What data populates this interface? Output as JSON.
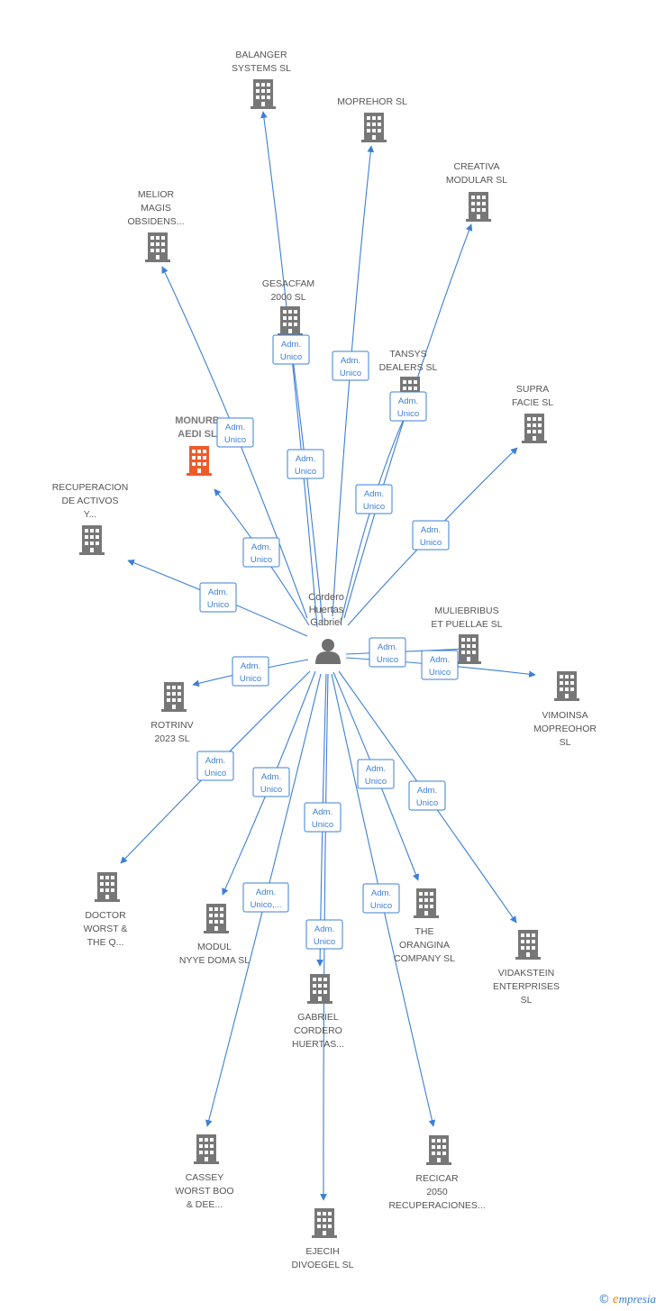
{
  "center": {
    "label_lines": [
      "Cordero",
      "Huertas",
      "Gabriel"
    ],
    "icon": "person-icon"
  },
  "role_label_lines": [
    "Adm.",
    "Unico"
  ],
  "colors": {
    "edge": "#3d7fd6",
    "building": "#777777",
    "building_focus": "#f05a28",
    "text": "#555555"
  },
  "nodes": [
    {
      "id": "balanger",
      "label_lines": [
        "BALANGER",
        "SYSTEMS  SL"
      ],
      "role": [
        "Adm.",
        "Unico"
      ]
    },
    {
      "id": "moprehor",
      "label_lines": [
        "MOPREHOR  SL"
      ],
      "role": [
        "Adm.",
        "Unico"
      ]
    },
    {
      "id": "creativa",
      "label_lines": [
        "CREATIVA",
        "MODULAR  SL"
      ],
      "role": [
        "Adm.",
        "Unico"
      ]
    },
    {
      "id": "melior",
      "label_lines": [
        "MELIOR",
        "MAGIS",
        "OBSIDENS..."
      ],
      "role": [
        "Adm.",
        "Unico"
      ]
    },
    {
      "id": "gesacfam",
      "label_lines": [
        "GESACFAM",
        "2000 SL"
      ],
      "role": [
        "Adm.",
        "Unico"
      ]
    },
    {
      "id": "tansys",
      "label_lines": [
        "TANSYS",
        "DEALERS  SL"
      ],
      "role": [
        "Adm.",
        "Unico"
      ]
    },
    {
      "id": "supra",
      "label_lines": [
        "SUPRA",
        "FACIE  SL"
      ],
      "role": [
        "Adm.",
        "Unico"
      ]
    },
    {
      "id": "monurb",
      "label_lines": [
        "MONURB",
        "AEDI  SL"
      ],
      "role": [
        "Adm.",
        "Unico"
      ],
      "focus": true
    },
    {
      "id": "recuperacion",
      "label_lines": [
        "RECUPERACION",
        "DE ACTIVOS",
        "Y..."
      ],
      "role": [
        "Adm.",
        "Unico"
      ]
    },
    {
      "id": "muliebribus",
      "label_lines": [
        "MULIEBRIBUS",
        "ET PUELLAE SL"
      ],
      "role": [
        "Adm.",
        "Unico"
      ]
    },
    {
      "id": "vimoinsa",
      "label_lines": [
        "VIMOINSA",
        "MOPREOHOR",
        "SL"
      ],
      "role": [
        "Adm.",
        "Unico"
      ]
    },
    {
      "id": "rotrinv",
      "label_lines": [
        "ROTRINV",
        "2023  SL"
      ],
      "role": [
        "Adm.",
        "Unico"
      ]
    },
    {
      "id": "doctor",
      "label_lines": [
        "DOCTOR",
        "WORST &",
        "THE Q..."
      ],
      "role": [
        "Adm.",
        "Unico"
      ]
    },
    {
      "id": "modul",
      "label_lines": [
        "MODUL",
        "NYYE DOMA  SL"
      ],
      "role": [
        "Adm.",
        "Unico"
      ]
    },
    {
      "id": "gabriel",
      "label_lines": [
        "GABRIEL",
        "CORDERO",
        "HUERTAS..."
      ],
      "role": [
        "Adm.",
        "Unico"
      ]
    },
    {
      "id": "orangina",
      "label_lines": [
        "THE",
        "ORANGINA",
        "COMPANY  SL"
      ],
      "role": [
        "Adm.",
        "Unico"
      ]
    },
    {
      "id": "vidakstein",
      "label_lines": [
        "VIDAKSTEIN",
        "ENTERPRISES",
        "SL"
      ],
      "role": [
        "Adm.",
        "Unico"
      ]
    },
    {
      "id": "cassey",
      "label_lines": [
        "CASSEY",
        "WORST BOO",
        "& DEE..."
      ],
      "role": [
        "Adm.",
        "Unico,..."
      ]
    },
    {
      "id": "ejecih",
      "label_lines": [
        "EJECIH",
        "DIVOEGEL  SL"
      ],
      "role": [
        "Adm.",
        "Unico"
      ]
    },
    {
      "id": "recicar",
      "label_lines": [
        "RECICAR",
        "2050",
        "RECUPERACIONES..."
      ],
      "role": [
        "Adm.",
        "Unico"
      ]
    }
  ],
  "footer": {
    "copyright": "©",
    "brand_e": "e",
    "brand_rest": "mpresia"
  }
}
